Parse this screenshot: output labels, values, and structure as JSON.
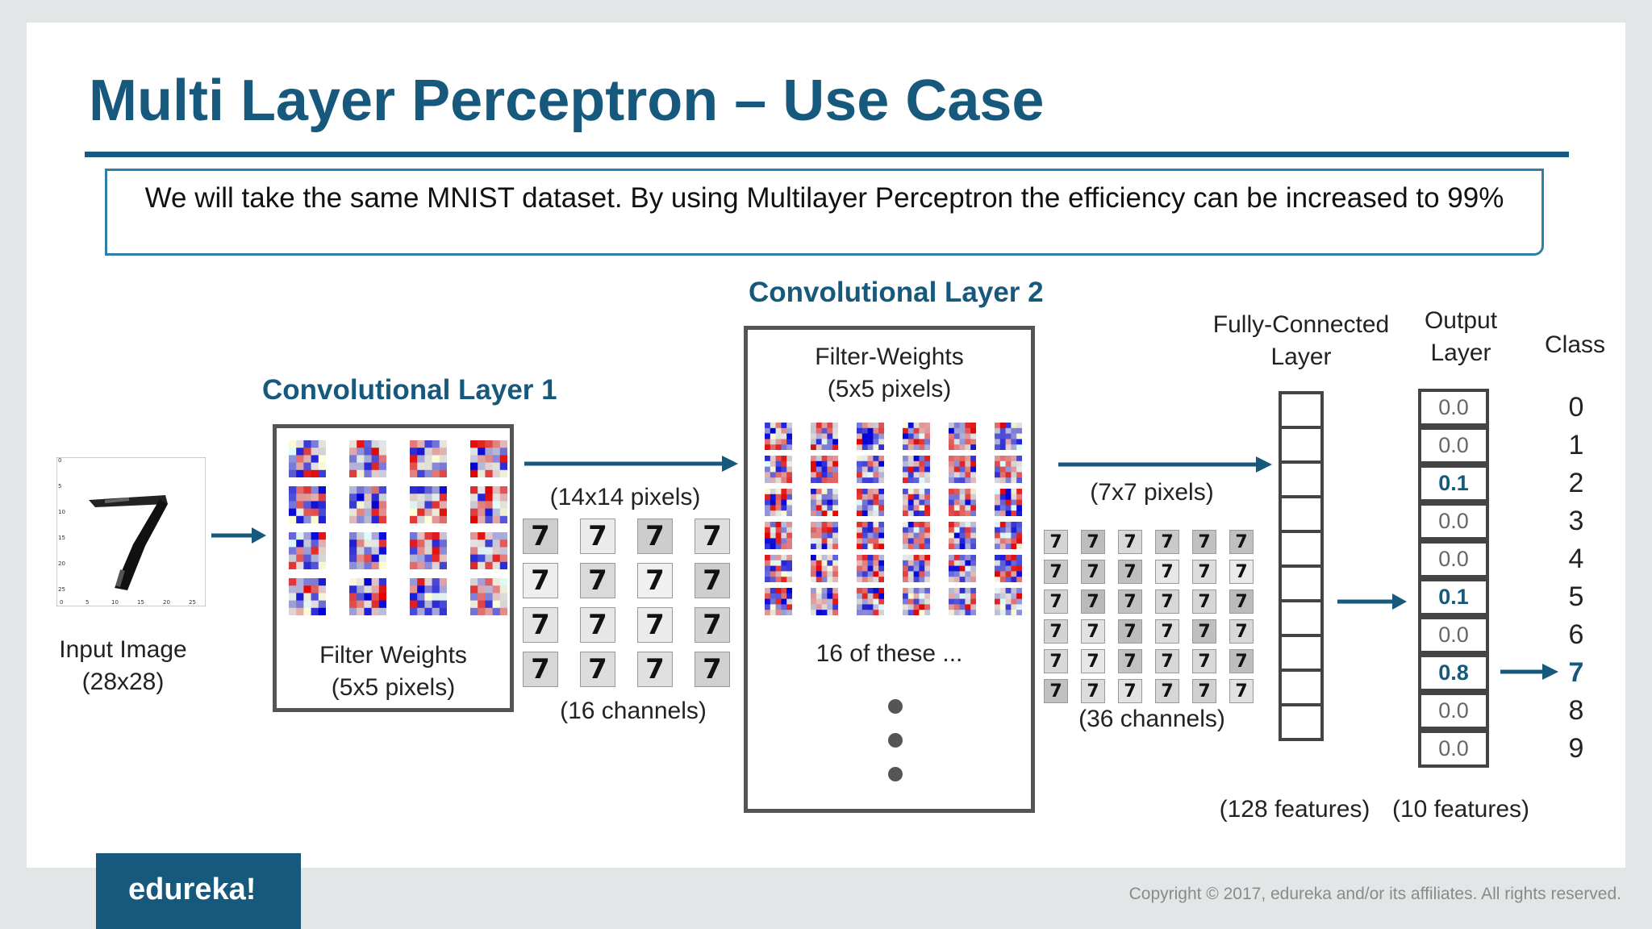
{
  "title": "Multi Layer Perceptron – Use Case",
  "description": "We will take the same MNIST dataset. By using Multilayer Perceptron the efficiency can be increased to 99%",
  "input_image": {
    "label_line1": "Input Image",
    "label_line2": "(28x28)",
    "digit": "7",
    "y_ticks": [
      "0",
      "5",
      "10",
      "15",
      "20",
      "25"
    ],
    "x_ticks": [
      "0",
      "5",
      "10",
      "15",
      "20",
      "25"
    ]
  },
  "conv1": {
    "title": "Convolutional Layer 1",
    "weights_line1": "Filter Weights",
    "weights_line2": "(5x5 pixels)",
    "output_size": "(14x14 pixels)",
    "channels": "(16 channels)"
  },
  "conv2": {
    "title": "Convolutional Layer 2",
    "weights_line1": "Filter-Weights",
    "weights_line2": "(5x5 pixels)",
    "count_text": "16 of these ...",
    "output_size": "(7x7 pixels)",
    "channels": "(36 channels)"
  },
  "fc": {
    "title_line1": "Fully-Connected",
    "title_line2": "Layer",
    "features": "(128 features)"
  },
  "output": {
    "title_line1": "Output",
    "title_line2": "Layer",
    "features": "(10 features)",
    "values": [
      "0.0",
      "0.0",
      "0.1",
      "0.0",
      "0.0",
      "0.1",
      "0.0",
      "0.8",
      "0.0",
      "0.0"
    ],
    "highlighted": [
      2,
      5,
      7
    ]
  },
  "classes": {
    "title": "Class",
    "labels": [
      "0",
      "1",
      "2",
      "3",
      "4",
      "5",
      "6",
      "7",
      "8",
      "9"
    ],
    "predicted": 7
  },
  "colors": {
    "brand": "#17587d",
    "box_border": "#2d7fa8",
    "filter_red": "#e02020",
    "filter_blue": "#2030d0"
  },
  "footer": {
    "logo": "edureka!",
    "copyright": "Copyright © 2017, edureka and/or its affiliates. All rights reserved."
  }
}
